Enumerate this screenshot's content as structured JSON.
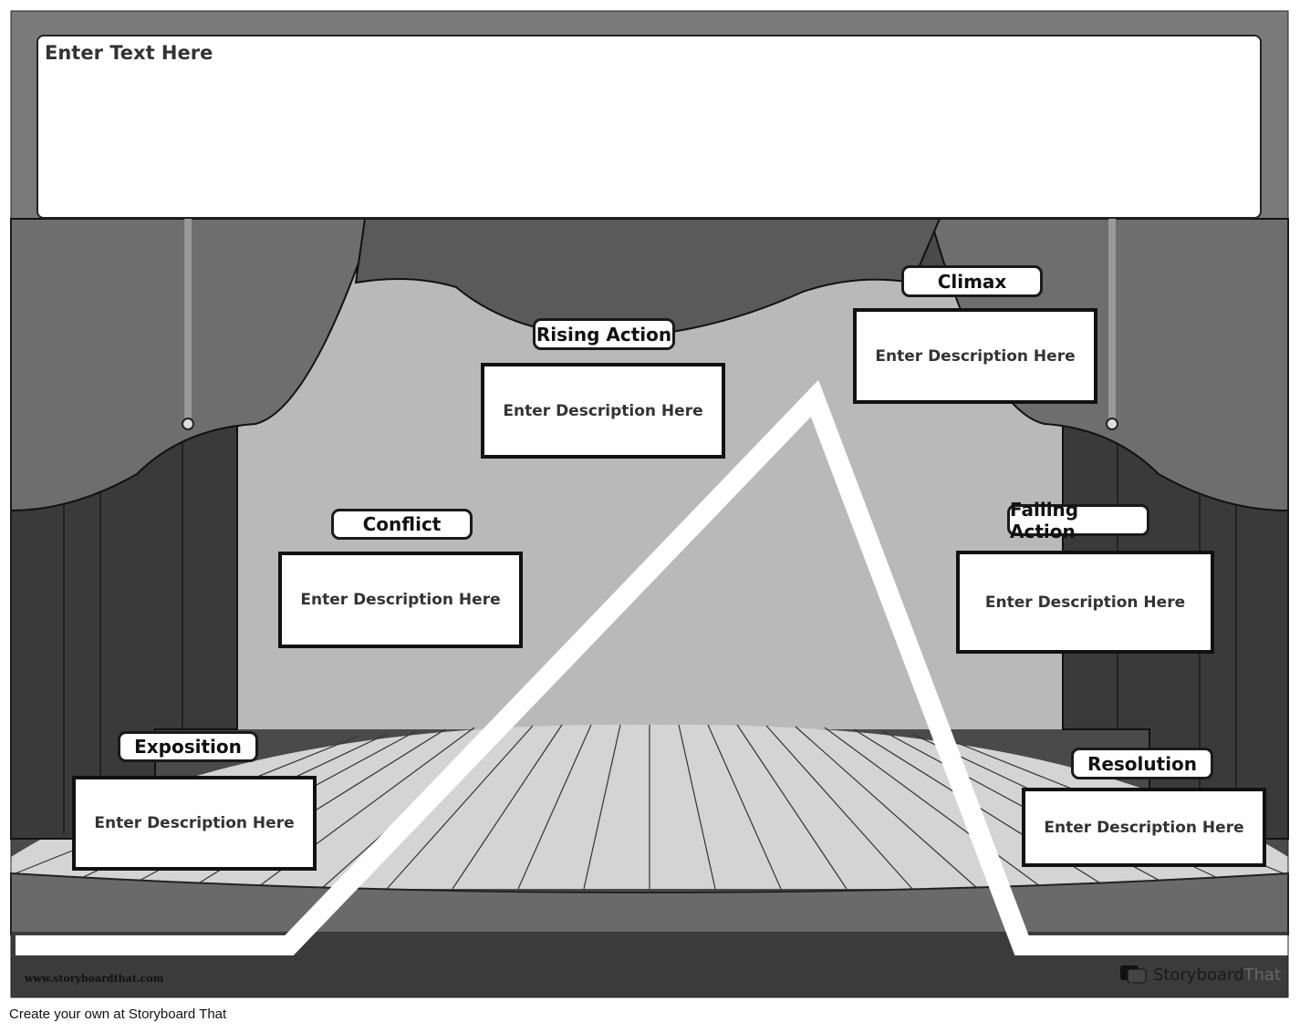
{
  "header": {
    "placeholder_text": "Enter Text Here"
  },
  "stages": [
    {
      "key": "exposition",
      "label": "Exposition",
      "description": "Enter Description Here"
    },
    {
      "key": "conflict",
      "label": "Conflict",
      "description": "Enter Description Here"
    },
    {
      "key": "rising_action",
      "label": "Rising Action",
      "description": "Enter Description Here"
    },
    {
      "key": "climax",
      "label": "Climax",
      "description": "Enter Description Here"
    },
    {
      "key": "falling_action",
      "label": "Falling Action",
      "description": "Enter Description Here"
    },
    {
      "key": "resolution",
      "label": "Resolution",
      "description": "Enter Description Here"
    }
  ],
  "watermark": {
    "url": "www.storyboardthat.com",
    "brand_main": "Storyboard",
    "brand_light": "That"
  },
  "footer": {
    "text": "Create your own at Storyboard That"
  },
  "colors": {
    "curtain_dark": "#3a3a3a",
    "curtain_mid": "#6e6e6e",
    "backdrop": "#b9b9b9",
    "floor": "#d8d8d8",
    "plot_line": "#ffffff"
  }
}
